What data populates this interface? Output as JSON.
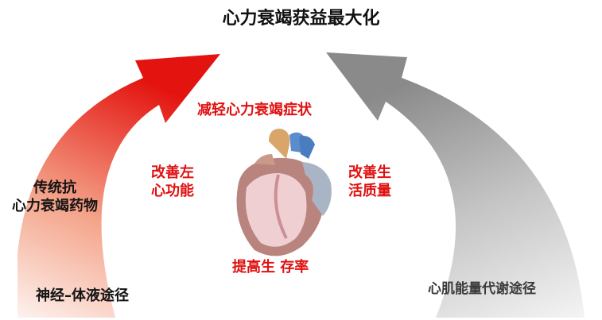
{
  "title": "心力衰竭获益最大化",
  "center": {
    "top": "减轻心力衰竭症状",
    "left": [
      "改善左",
      "心功能"
    ],
    "right": [
      "改善生",
      "活质量"
    ],
    "bottom": "提高生 存率"
  },
  "left_arrow": {
    "label": [
      "传统抗",
      "心力衰竭药物"
    ],
    "base": "神经–体液途径"
  },
  "right_arrow": {
    "base": "心肌能量代谢途径"
  },
  "colors": {
    "red_arrow_top": "#e3130f",
    "red_arrow_bottom": "#fbe6dd",
    "gray_arrow_top": "#8c8c8c",
    "gray_arrow_bottom": "#f2f2f2",
    "accent_text": "#e01010"
  }
}
